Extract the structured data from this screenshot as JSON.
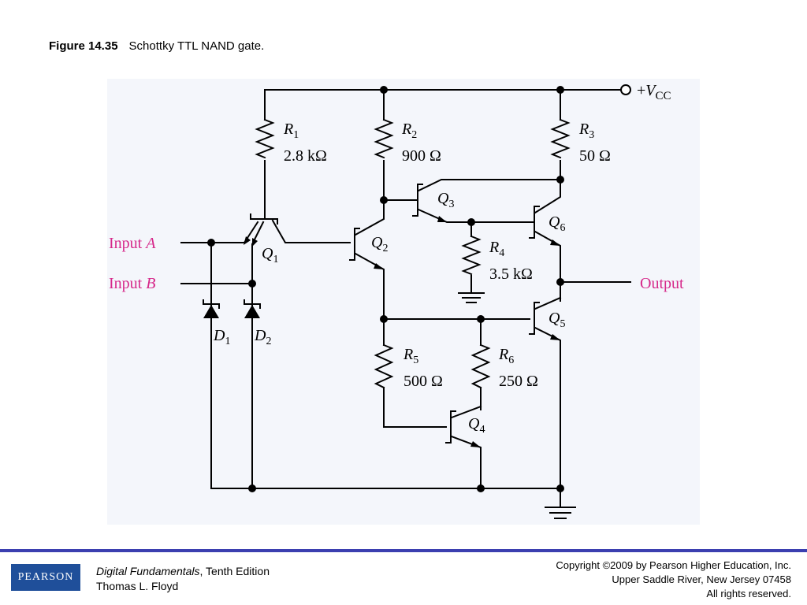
{
  "caption": {
    "figure_number": "Figure 14.35",
    "text": "Schottky TTL NAND gate."
  },
  "circuit": {
    "vcc": {
      "prefix": "+",
      "symbol": "V",
      "subscript": "CC"
    },
    "resistors": [
      {
        "name": "R",
        "sub": "1",
        "value": "2.8 kΩ"
      },
      {
        "name": "R",
        "sub": "2",
        "value": "900 Ω"
      },
      {
        "name": "R",
        "sub": "3",
        "value": "50 Ω"
      },
      {
        "name": "R",
        "sub": "4",
        "value": "3.5 kΩ"
      },
      {
        "name": "R",
        "sub": "5",
        "value": "500 Ω"
      },
      {
        "name": "R",
        "sub": "6",
        "value": "250 Ω"
      }
    ],
    "transistors": [
      {
        "name": "Q",
        "sub": "1"
      },
      {
        "name": "Q",
        "sub": "2"
      },
      {
        "name": "Q",
        "sub": "3"
      },
      {
        "name": "Q",
        "sub": "4"
      },
      {
        "name": "Q",
        "sub": "5"
      },
      {
        "name": "Q",
        "sub": "6"
      }
    ],
    "diodes": [
      {
        "name": "D",
        "sub": "1"
      },
      {
        "name": "D",
        "sub": "2"
      }
    ],
    "inputs": [
      {
        "word": "Input",
        "letter": "A"
      },
      {
        "word": "Input",
        "letter": "B"
      }
    ],
    "output_label": "Output",
    "label_color": "#d6288a"
  },
  "footer": {
    "logo_text": "PEARSON",
    "book_title": "Digital Fundamentals",
    "edition": ", Tenth Edition",
    "author": "Thomas L. Floyd",
    "copyright_line1": "Copyright ©2009 by Pearson Higher Education, Inc.",
    "copyright_line2": "Upper Saddle River, New Jersey 07458",
    "copyright_line3": "All rights reserved."
  }
}
